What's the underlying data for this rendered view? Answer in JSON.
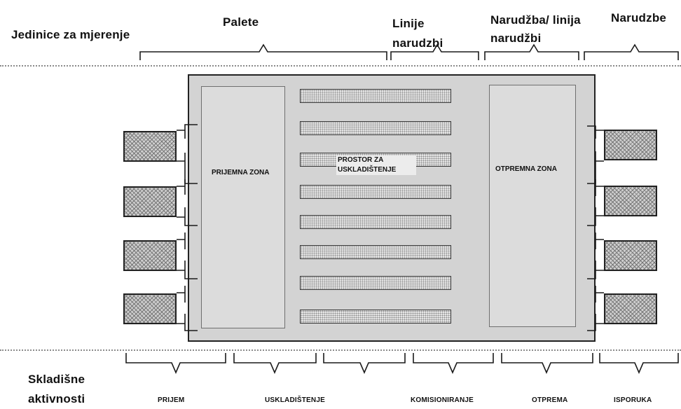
{
  "top": {
    "units_label": "Jedinice za mjerenje",
    "levels": [
      "Palete",
      "Linije narudzbi",
      "Narudžba/ linija narudžbi",
      "Narudzbe"
    ]
  },
  "warehouse": {
    "receiving_zone": "PRIJEMNA ZONA",
    "storage_area": "PROSTOR ZA USKLADIŠTENJE",
    "shipping_zone": "OTPREMNA ZONA"
  },
  "bottom": {
    "activities_label": "Skladišne aktivnosti",
    "activities": [
      "PRIJEM",
      "USKLADIŠTENJE",
      "KOMISIONIRANJE",
      "OTPREMA",
      "ISPORUKA"
    ]
  }
}
